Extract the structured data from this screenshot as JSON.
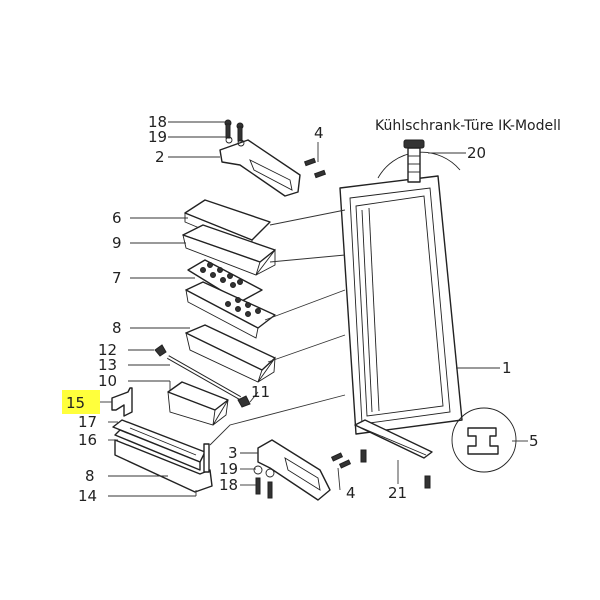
{
  "title": "Kühlschrank-Türe IK-Modell",
  "highlight_color": "#ffff3c",
  "labels": {
    "l18a": "18",
    "l19a": "19",
    "l2": "2",
    "l4a": "4",
    "l20": "20",
    "l6": "6",
    "l9": "9",
    "l7": "7",
    "l8a": "8",
    "l12": "12",
    "l13": "13",
    "l10": "10",
    "l15": "15",
    "l17": "17",
    "l16": "16",
    "l8b": "8",
    "l14": "14",
    "l11": "11",
    "l3": "3",
    "l19b": "19",
    "l18b": "18",
    "l4b": "4",
    "l21": "21",
    "l1": "1",
    "l5": "5"
  },
  "highlighted_part": "15"
}
